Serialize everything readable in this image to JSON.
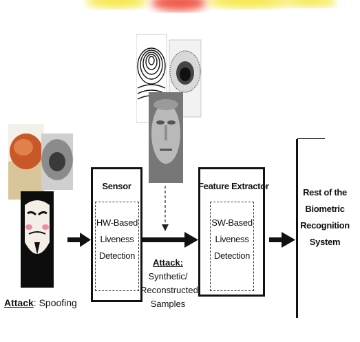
{
  "sensor": {
    "title": "Sensor",
    "inner": [
      "HW-Based",
      "Liveness",
      "Detection"
    ]
  },
  "feature_extractor": {
    "title": "Feature Extractor",
    "inner": [
      "SW-Based",
      "Liveness",
      "Detection"
    ]
  },
  "rest": {
    "lines": [
      "Rest of the",
      "Biometric",
      "Recognition",
      "System"
    ]
  },
  "attack_spoofing": {
    "label": "Attack",
    "text": ": Spoofing"
  },
  "attack_synthetic": {
    "label": "Attack:",
    "lines": [
      "Synthetic/",
      "Reconstructed",
      "Samples"
    ]
  },
  "colors": {
    "line": "#111111",
    "smear_red": "#ef5a4a",
    "smear_yellow": "#f5e84a"
  },
  "icons": [
    "fingerprint-image",
    "iris-image",
    "face-image",
    "gummy-finger-image",
    "iris-photo-image",
    "guy-fawkes-mask-image"
  ]
}
